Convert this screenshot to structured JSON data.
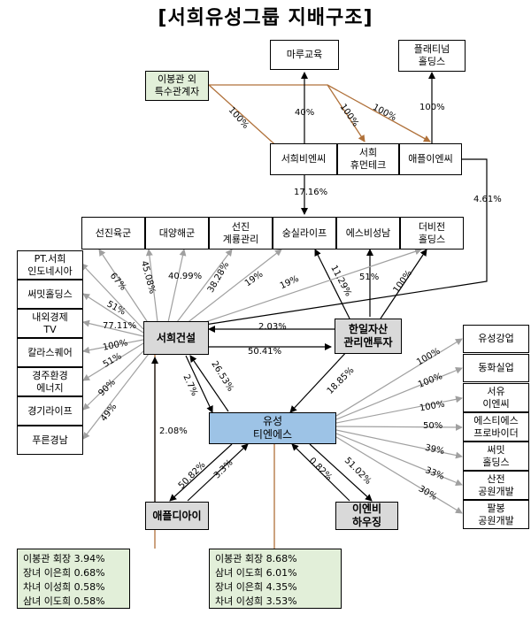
{
  "title": "[서희유성그룹 지배구조]",
  "boxes": {
    "maru": "마루교육",
    "platinum": "플래티넘\n홀딩스",
    "owner": "이봉관 외\n특수관계자",
    "seohuibnc": "서희비엔씨",
    "humentech": "서희\n휴먼테크",
    "apple_nc": "애플이엔씨",
    "seonjin_yuk": "선진육군",
    "daeyang": "대양해군",
    "seonjin_gyeryong": "선진\n계룡관리",
    "sungsil": "숭실라이프",
    "sbsn": "에스비성남",
    "thebijeon": "더비전\n홀딩스",
    "pt": "PT.서희\n인도네시아",
    "ssmit": "써밋홀딩스",
    "naeoe": "내외경제\nTV",
    "kalas": "칼라스퀘어",
    "gyeongju": "경주환경\n에너지",
    "gyeonggi": "경기라이프",
    "pureun": "푸른경남",
    "seohui": "서희건설",
    "hanil": "한일자산\n관리앤투자",
    "yuseong": "유성\n티엔에스",
    "apple_di": "애플디아이",
    "ieb": "이엔비\n하우징",
    "yuseong_gangeop": "유성강업",
    "donghwa": "동화실업",
    "seoyu": "서유\n이엔씨",
    "sss": "에스티에스\n프로바이더",
    "ssmit2": "써밋\n홀딩스",
    "sanjeon": "산전\n공원개발",
    "palbong": "팔봉\n공원개발"
  },
  "labels": {
    "owner_seohuibnc": "100%",
    "owner_humentech": "100%",
    "owner_apple": "100%",
    "seohuibnc_maru": "40%",
    "apple_platinum": "100%",
    "seohuibnc_sungsil": "17.16%",
    "apple_seohui": "4.61%",
    "sh_seonjin_yuk": "67%",
    "sh_daeyang": "45.08%",
    "sh_gyeryong": "40.99%",
    "sh_sungsil_a": "38.28%",
    "sh_sbsn": "19%",
    "sh_thebijeon": "19%",
    "hanil_sungsil": "11.29%",
    "hanil_sbsn": "51%",
    "hanil_thebijeon": "100%",
    "sh_ssmit": "51%",
    "sh_naeoe": "77.11%",
    "sh_kalas": "100%",
    "sh_gyeongju": "51%",
    "sh_gyeonggi": "90%",
    "sh_pureun": "49%",
    "hanil_seohui": "2.03%",
    "seohui_hanil": "50.41%",
    "seohui_yuseong": "2.7%",
    "yuseong_seohui": "26.53%",
    "hanil_yuseong": "18.85%",
    "applydi_seohui": "2.08%",
    "yuseong_applydi": "50.82%",
    "applydi_yuseong": "3.3%",
    "ieb_yuseong": "0.82%",
    "yuseong_ieb": "51.02%",
    "ys_gangeop": "100%",
    "ys_donghwa": "100%",
    "ys_seoyu": "100%",
    "ys_sss": "50%",
    "ys_ssmit2": "39%",
    "ys_sanjeon": "33%",
    "ys_palbong": "30%"
  },
  "note_left": [
    "이봉관 회장 3.94%",
    "장녀 이은희 0.68%",
    "차녀 이성희 0.58%",
    "삼녀 이도희 0.58%"
  ],
  "note_right": [
    "이봉관 회장 8.68%",
    "삼녀 이도희 6.01%",
    "장녀 이은희 4.35%",
    "차녀 이성희 3.53%"
  ]
}
